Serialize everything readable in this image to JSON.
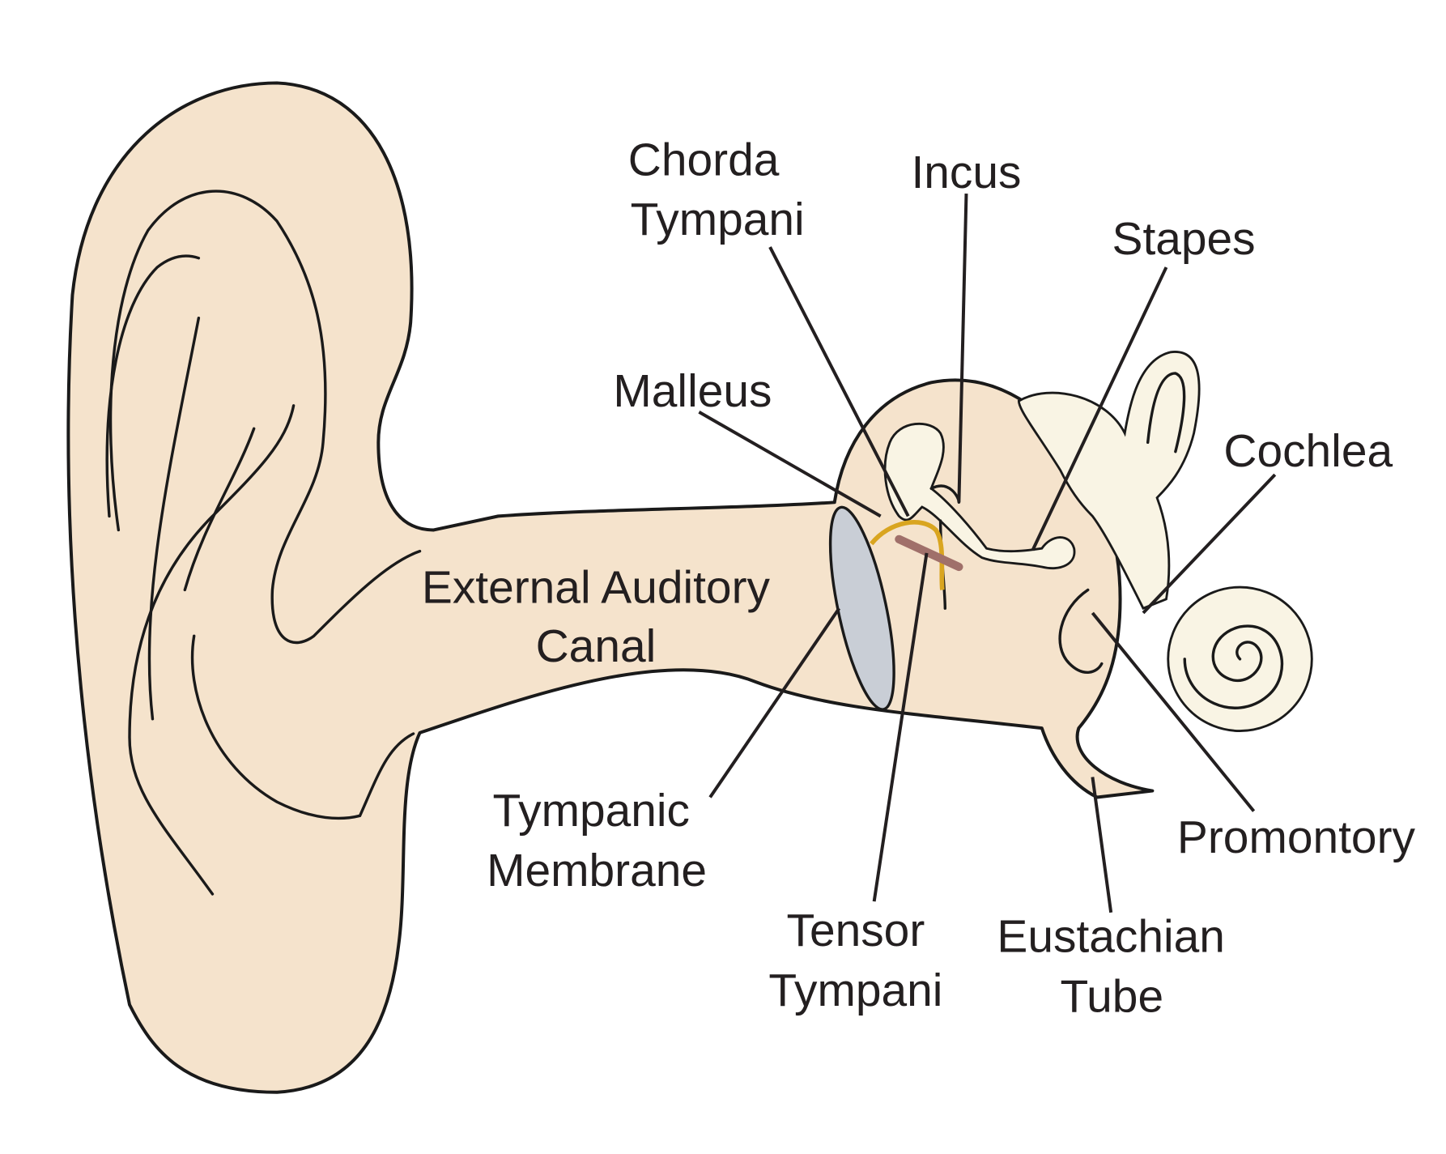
{
  "title": "Ear anatomy diagram",
  "labels": {
    "chorda_tympani": [
      "Chorda",
      "Tympani"
    ],
    "incus": "Incus",
    "stapes": "Stapes",
    "malleus": "Malleus",
    "cochlea": "Cochlea",
    "external_auditory_canal": [
      "External Auditory",
      "Canal"
    ],
    "tympanic_membrane": [
      "Tympanic",
      "Membrane"
    ],
    "tensor_tympani": [
      "Tensor",
      "Tympani"
    ],
    "eustachian_tube": [
      "Eustachian",
      "Tube"
    ],
    "promontory": "Promontory"
  },
  "colors": {
    "skin": "#f5e3cc",
    "inner_ear": "#f9f4e4",
    "membrane": "#c9ced6",
    "nerve": "#d9a520",
    "muscle": "#a0706a"
  }
}
